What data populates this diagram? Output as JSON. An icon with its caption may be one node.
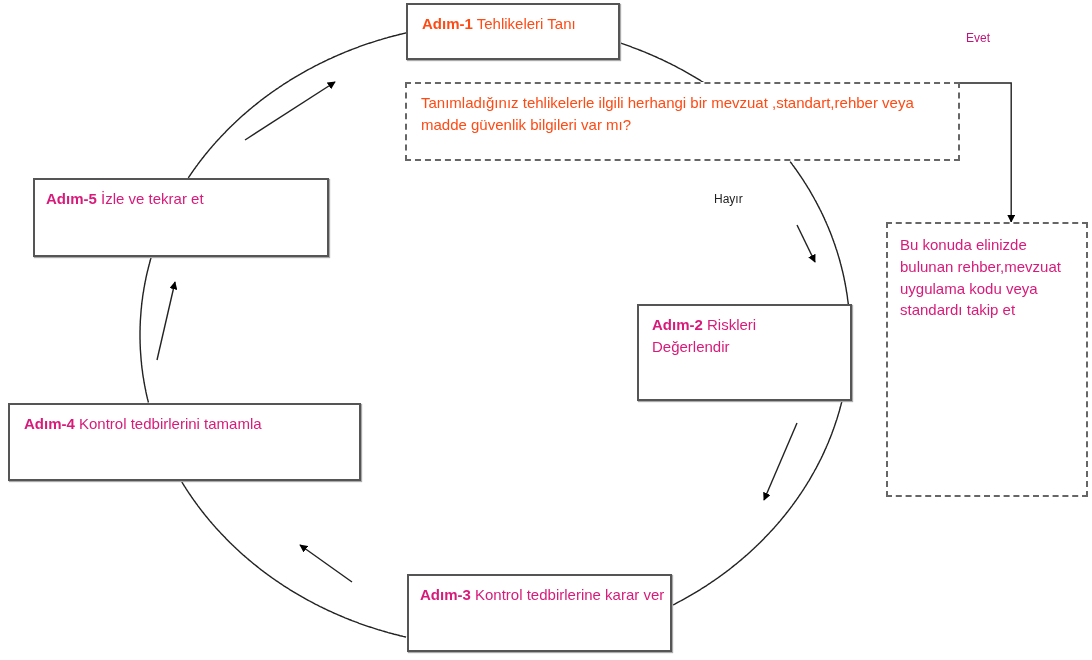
{
  "diagram": {
    "nodes": [
      {
        "text": [
          "**Adım-1**  Tehlikeleri Tanı"
        ]
      },
      {
        "text": [
          "Tanımladığınız tehlikelerle ilgili herhangi bir mevzuat ,standart,rehber veya madde güvenlik bilgileri var mı?"
        ]
      },
      {
        "text": [
          "**Adım-2**  Riskleri Değerlendir"
        ]
      },
      {
        "text": [
          "**Adım-3**  Kontrol tedbirlerine karar ver"
        ]
      },
      {
        "text": [
          "**Adım-4**  Kontrol tedbirlerini tamamla"
        ]
      },
      {
        "text": [
          "**Adım-5**  İzle ve tekrar et"
        ]
      },
      {
        "text": [
          "Bu konuda elinizde bulunan rehber,mevzuat uygulama kodu veya standardı takip et"
        ]
      }
    ],
    "edges": [
      {
        "from": 0,
        "to": 1,
        "arrow": "none"
      },
      {
        "from": 1,
        "to": 2,
        "arrow": "none",
        "label": "Hayır"
      },
      {
        "from": 2,
        "to": 3,
        "arrow": "none"
      },
      {
        "from": 3,
        "to": 4,
        "arrow": "none"
      },
      {
        "from": 4,
        "to": 5,
        "arrow": "none"
      },
      {
        "from": 5,
        "to": 0,
        "arrow": "none"
      },
      {
        "from": 1,
        "to": 6,
        "arrow": "to",
        "label": "Evet"
      }
    ]
  }
}
